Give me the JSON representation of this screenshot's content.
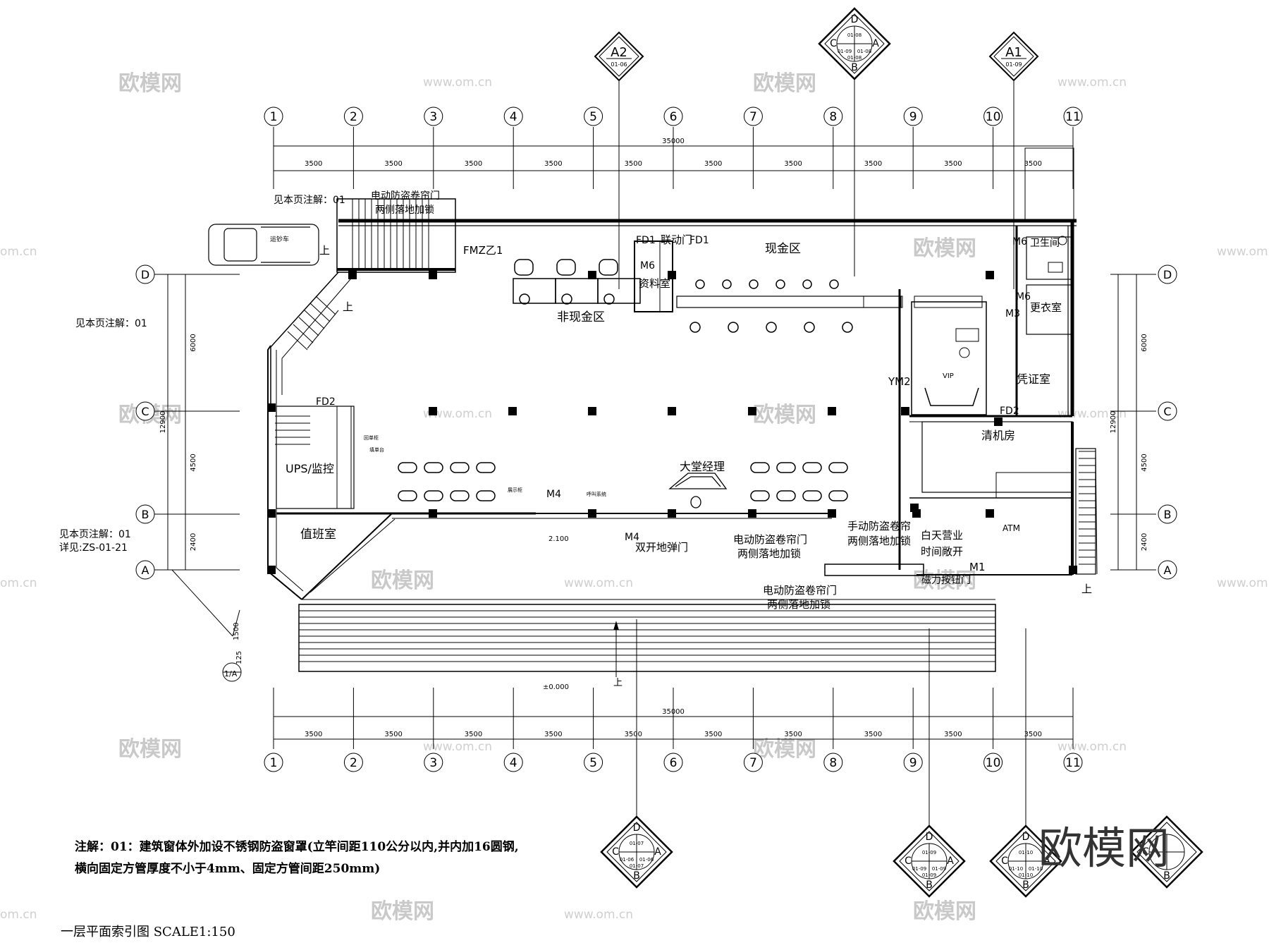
{
  "grid": {
    "columns": [
      "1",
      "2",
      "3",
      "4",
      "5",
      "6",
      "7",
      "8",
      "9",
      "10",
      "11"
    ],
    "rows": [
      "A",
      "B",
      "C",
      "D"
    ],
    "span": "3500",
    "total": "35000"
  },
  "vertical_dims": {
    "segments": [
      "2400",
      "4500",
      "6000"
    ],
    "total": "12900"
  },
  "annotations": {
    "note_ref": "见本页注解：01",
    "detail": "详见:ZS-01-21",
    "shutter_electric_1": "电动防盗卷帘门",
    "shutter_electric_2": "两侧落地加锁",
    "shutter_manual_1": "手动防盗卷帘",
    "shutter_manual_2": "两侧落地加锁",
    "day_business_1": "白天营业",
    "day_business_2": "时间敞开",
    "magnetic_button": "磁力按钮门",
    "double_door": "双开地弹门",
    "elev_210": "2.100",
    "elev_000": "±0.000",
    "up": "上",
    "van": "运钞车",
    "counter_small_1": "回单柜",
    "counter_small_2": "填单台",
    "display_small": "展示柜",
    "call_small": "呼叫系统",
    "dim_1500": "1500",
    "dim_125": "125",
    "section_ref": "1/A"
  },
  "rooms": {
    "cash_area": "现金区",
    "non_cash_area": "非现金区",
    "archive": "资料室",
    "linked_door": "联动门",
    "toilet": "卫生间",
    "changing": "更衣室",
    "voucher": "凭证室",
    "vip": "VIP",
    "cleaning": "清机房",
    "atm": "ATM",
    "ups": "UPS/监控",
    "duty": "值班室",
    "lobby_manager": "大堂经理"
  },
  "doors": {
    "fmz1": "FMZ乙1",
    "fd1": "FD1",
    "fd2": "FD2",
    "m1": "M1",
    "m3": "M3",
    "m4": "M4",
    "m6": "M6",
    "ym2": "YM2"
  },
  "index_marks": {
    "a2": {
      "letter": "A2",
      "sheet": "01-06"
    },
    "a1": {
      "letter": "A1",
      "sheet": "01-09"
    },
    "top_center": {
      "n": "D",
      "w": "C",
      "e": "A",
      "s": "B",
      "n_ref": "01-08",
      "w_ref": "01-09",
      "e_ref": "01-08",
      "s_ref": "01-08"
    },
    "bottom_1": {
      "n": "D",
      "w": "C",
      "e": "A",
      "s": "B",
      "n_ref": "01-07",
      "w_ref": "01-06",
      "e_ref": "01-06",
      "s_ref": "01-07"
    },
    "bottom_2": {
      "n": "D",
      "w": "C",
      "e": "A",
      "s": "B",
      "n_ref": "01-09",
      "w_ref": "01-09",
      "e_ref": "01-09",
      "s_ref": "01-09"
    },
    "bottom_3": {
      "n": "D",
      "w": "C",
      "e": "A",
      "s": "B",
      "n_ref": "01-10",
      "w_ref": "01-10",
      "e_ref": "01-10",
      "s_ref": "01-10"
    },
    "bottom_4": {
      "w": "C",
      "s": "B"
    }
  },
  "notes": {
    "line1": "注解：01：建筑窗体外加设不锈钢防盗窗罩(立竿间距110公分以内,并内加16圆钢,",
    "line2": "横向固定方管厚度不小于4mm、固定方管间距250mm)"
  },
  "title": "一层平面索引图  SCALE1:150",
  "watermark": {
    "brand": "欧模网",
    "url": "www.om.cn",
    "url_short": "om.cn"
  },
  "colors": {
    "line": "#000000",
    "watermark": "#c9c9c9",
    "background": "#ffffff"
  }
}
